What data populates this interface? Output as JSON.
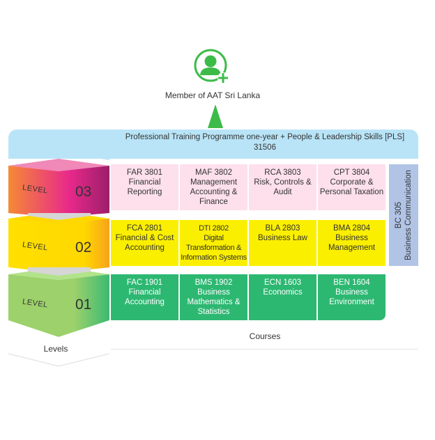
{
  "member": {
    "icon": "user-add-icon",
    "label": "Member of AAT Sri Lanka",
    "accent_color": "#3dbb49"
  },
  "banner": {
    "line1": "Professional Training Programme one-year + People & Leadership Skills [PLS]",
    "line2": "31506",
    "color": "#b9e4f7"
  },
  "levels": [
    {
      "word": "LEVEL",
      "number": "03",
      "colors": [
        "#f58a35",
        "#e8298a",
        "#9c1e6b"
      ],
      "top_color": "#f088b8"
    },
    {
      "word": "LEVEL",
      "number": "02",
      "colors": [
        "#ffe000",
        "#ffd500",
        "#f7a21b"
      ],
      "top_color": "#ffd800"
    },
    {
      "word": "LEVEL",
      "number": "01",
      "colors": [
        "#9dd16b",
        "#9dd16b",
        "#3cba72"
      ],
      "top_color": "#b2e38a"
    }
  ],
  "courses": {
    "level3": [
      {
        "code": "FAR 3801",
        "name": [
          "Financial",
          "Reporting"
        ]
      },
      {
        "code": "MAF 3802",
        "name": [
          "Management",
          "Accounting &",
          "Finance"
        ]
      },
      {
        "code": "RCA 3803",
        "name": [
          "Risk, Controls &",
          "Audit"
        ]
      },
      {
        "code": "CPT 3804",
        "name": [
          "Corporate &",
          "Personal Taxation"
        ]
      }
    ],
    "level2": [
      {
        "code": "FCA 2801",
        "name": [
          "Financial & Cost",
          "Accounting"
        ]
      },
      {
        "code": "DTI 2802",
        "name": [
          "Digital",
          "Transformation &",
          "Information Systems"
        ]
      },
      {
        "code": "BLA 2803",
        "name": [
          "Business Law"
        ]
      },
      {
        "code": "BMA 2804",
        "name": [
          "Business",
          "Management"
        ]
      }
    ],
    "level1": [
      {
        "code": "FAC 1901",
        "name": [
          "Financial",
          "Accounting"
        ]
      },
      {
        "code": "BMS 1902",
        "name": [
          "Business",
          "Mathematics &",
          "Statistics"
        ]
      },
      {
        "code": "ECN 1603",
        "name": [
          "Economics"
        ]
      },
      {
        "code": "BEN 1604",
        "name": [
          "Business",
          "Environment"
        ]
      }
    ]
  },
  "side_course": {
    "code": "BC 305",
    "name": "Business Communication"
  },
  "labels": {
    "levels": "Levels",
    "courses": "Courses"
  }
}
